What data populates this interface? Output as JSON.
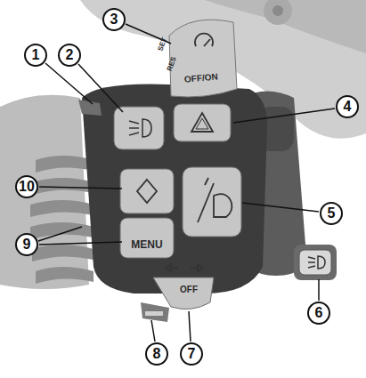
{
  "diagram": {
    "labels": [
      "1",
      "2",
      "3",
      "SET",
      "RES",
      "OFF/ON",
      "4",
      "10",
      "5",
      "9",
      "MENU",
      "OFF",
      "6",
      "8",
      "7"
    ]
  }
}
